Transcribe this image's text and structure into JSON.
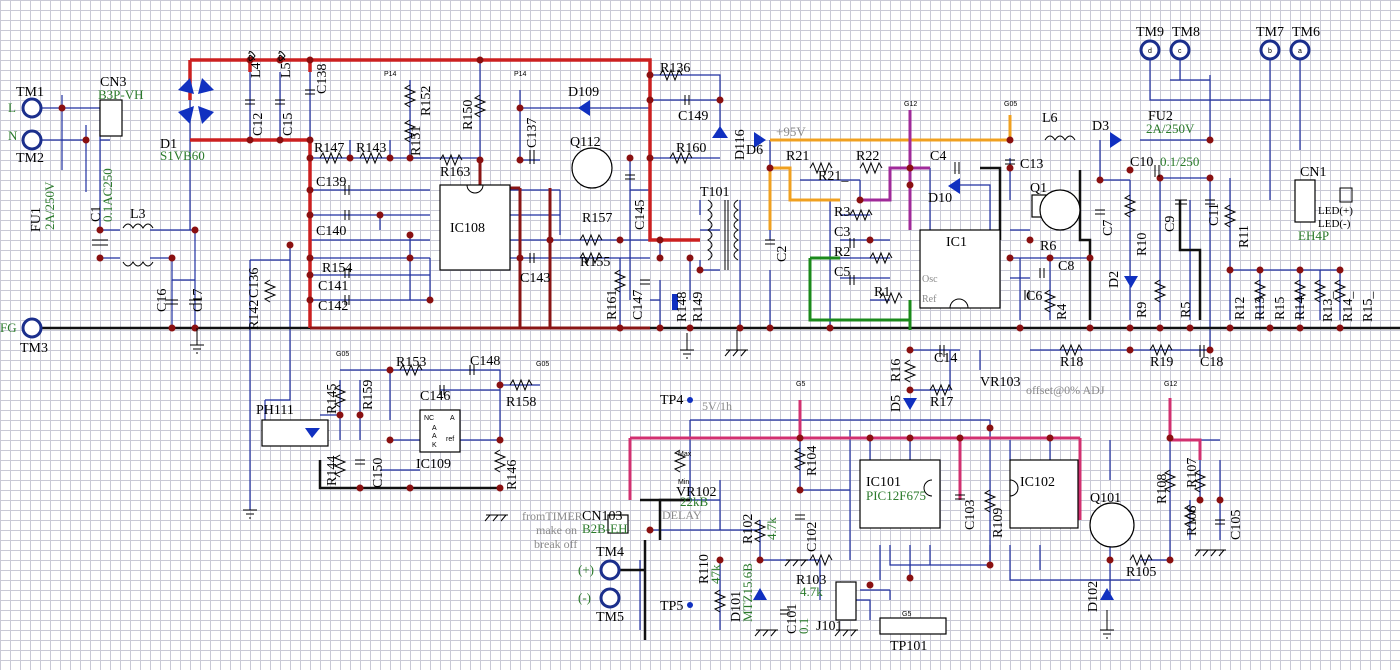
{
  "terminals": {
    "tm1": "TM1",
    "tm2": "TM2",
    "tm3": "TM3",
    "tm4": "TM4",
    "tm5": "TM5",
    "tm6": "TM6",
    "tm7": "TM7",
    "tm8": "TM8",
    "tm9": "TM9",
    "l": "L",
    "n": "N",
    "fg": "FG",
    "plus": "(+)",
    "minus": "(-)",
    "a": "a",
    "b": "b",
    "c": "c",
    "d": "d"
  },
  "connectors": {
    "cn3": "CN3",
    "cn3_type": "B3P-VH",
    "cn1": "CN1",
    "cn1_type": "EH4P",
    "cn103": "CN103",
    "cn103_type": "B2B-EH",
    "j101": "J101",
    "tp101": "TP101",
    "led_plus": "LED(+)",
    "led_minus": "LED(-)"
  },
  "fuses": {
    "fu1": "FU1",
    "fu1_rating": "2A/250V",
    "fu2": "FU2",
    "fu2_rating": "2A/250V"
  },
  "semis": {
    "d1": "D1",
    "d1_type": "S1VB60",
    "d109": "D109",
    "d116": "D116",
    "d6": "D6",
    "d10": "D10",
    "d3": "D3",
    "d2": "D2",
    "d5": "D5",
    "d101": "D101",
    "d101_type": "MTZ15.6B",
    "d102": "D102",
    "q112": "Q112",
    "q1": "Q1",
    "q101": "Q101",
    "ph111": "PH111"
  },
  "ics": {
    "ic108": "IC108",
    "ic109": "IC109",
    "ic1": "IC1",
    "ic101": "IC101",
    "ic101_type": "PIC12F675",
    "ic102": "IC102",
    "osc": "Osc",
    "ref": "Ref",
    "ic109_pins": [
      "NC",
      "A",
      "A",
      "K",
      "ref",
      "A"
    ]
  },
  "magnetics": {
    "l3": "L3",
    "l4": "L4",
    "l5": "L5",
    "l6": "L6",
    "t101": "T101"
  },
  "capacitors": {
    "c1": "C1",
    "c1_val": "0.1AC250",
    "c16": "C16",
    "c17": "C17",
    "c12": "C12",
    "c15": "C15",
    "c138": "C138",
    "c136": "C136",
    "c139": "C139",
    "c140": "C140",
    "c141": "C141",
    "c142": "C142",
    "c137": "C137",
    "c143": "C143",
    "c145": "C145",
    "c147": "C147",
    "c149": "C149",
    "c2": "C2",
    "c3": "C3",
    "c5": "C5",
    "c4": "C4",
    "c13": "C13",
    "c7": "C7",
    "c8": "C8",
    "c6": "C6",
    "c9": "C9",
    "c10": "C10",
    "c10_val": "0.1/250",
    "c11": "C11",
    "c14": "C14",
    "c18": "C18",
    "c146": "C146",
    "c148": "C148",
    "c150": "C150",
    "c101": "C101",
    "c101_val": "0.1",
    "c102": "C102",
    "c103": "C103",
    "c105": "C105"
  },
  "resistors": {
    "r147": "R147",
    "r143": "R143",
    "r152": "R152",
    "r151": "R151",
    "r150": "R150",
    "r163": "R163",
    "r154": "R154",
    "r142": "R142",
    "r136": "R136",
    "r160": "R160",
    "r157": "R157",
    "r155": "R155",
    "r161": "R161",
    "r148": "R148",
    "r149": "R149",
    "r21": "R21",
    "r21b": "R21_",
    "r22": "R22",
    "r3": "R3",
    "r2": "R2",
    "r1": "R1",
    "r6": "R6",
    "r4": "R4",
    "r10": "R10",
    "r9": "R9",
    "r5": "R5",
    "r11": "R11",
    "r12": "R12",
    "r13": "R13",
    "r15": "R15",
    "r14": "R14",
    "r13b": "R13_",
    "r14b": "R14_",
    "r15b": "R15_",
    "r16": "R16",
    "r17": "R17",
    "r18": "R18",
    "r19": "R19",
    "r153": "R153",
    "r145": "R145",
    "r159": "R159",
    "r144": "R144",
    "r158": "R158",
    "r146": "R146",
    "r104": "R104",
    "r102": "R102",
    "r102_val": "4.7k",
    "r110": "R110",
    "r110_val": "47k",
    "r103": "R103",
    "r103_val": "4.7k",
    "r109": "R109",
    "r108": "R108",
    "r107": "R107",
    "r106": "R106",
    "r105": "R105"
  },
  "controls": {
    "vr103": "VR103",
    "vr103_note": "offset@0% ADJ",
    "vr102": "VR102",
    "vr102_val": "22kB",
    "vr102_delay": "DELAY",
    "vr_max": "Max",
    "vr_min": "Min",
    "tp4": "TP4",
    "tp4_note": "5V/1h",
    "tp5": "TP5"
  },
  "notes": {
    "v95": "+95V",
    "from_timer": "fromTIMER",
    "make_on": "make on",
    "break_off": "break off"
  },
  "net_tags": {
    "p14": "P14",
    "g12": "G12",
    "g05": "G05",
    "g5": "G5"
  }
}
